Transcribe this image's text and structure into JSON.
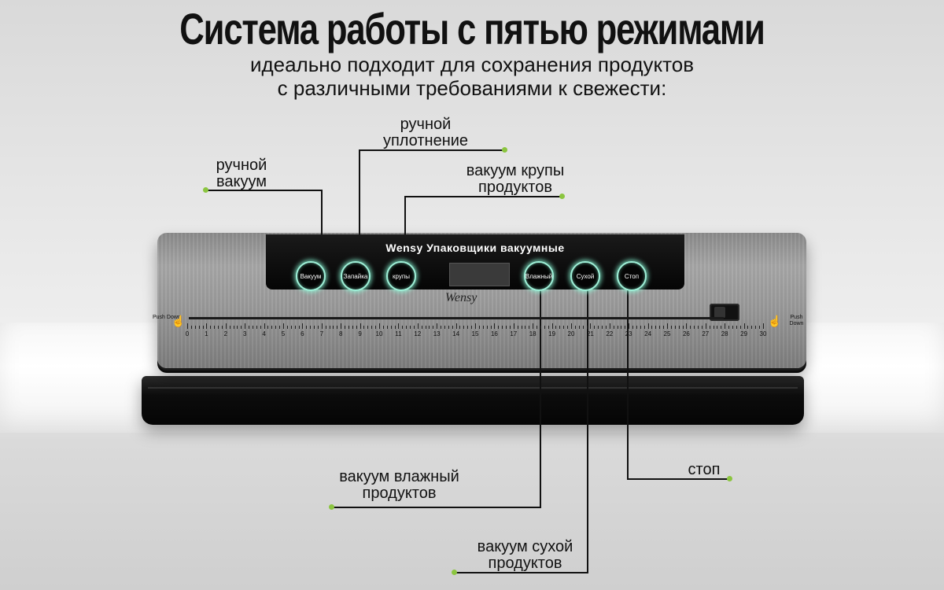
{
  "header": {
    "title": "Система работы с пятью режимами",
    "subtitle_line1": "идеально подходит для сохранения продуктов",
    "subtitle_line2": "с различными требованиями к свежести:"
  },
  "callouts": {
    "manual_vacuum": "ручной\nвакуум",
    "manual_seal": "ручной\nуплотнение",
    "grain_vacuum": "вакуум крупы\nпродуктов",
    "wet_vacuum": "вакуум влажный\nпродуктов",
    "dry_vacuum": "вакуум сухой\nпродуктов",
    "stop": "стоп"
  },
  "device": {
    "panel_title": "Wensy Упаковщики вакуумные",
    "logo": "Wensy",
    "buttons": [
      "Вакуум",
      "Запайка",
      "крупы",
      "Влажный",
      "Сухой",
      "Стоп"
    ],
    "push_down_label": "Push\nDown",
    "ruler_numbers": [
      "0",
      "1",
      "2",
      "3",
      "4",
      "5",
      "6",
      "7",
      "8",
      "9",
      "10",
      "11",
      "12",
      "13",
      "14",
      "15",
      "16",
      "17",
      "18",
      "19",
      "20",
      "21",
      "22",
      "23",
      "24",
      "25",
      "26",
      "27",
      "28",
      "29",
      "30"
    ]
  },
  "colors": {
    "accent_dot": "#8bc53f",
    "button_glow": "#9ff0d8"
  }
}
